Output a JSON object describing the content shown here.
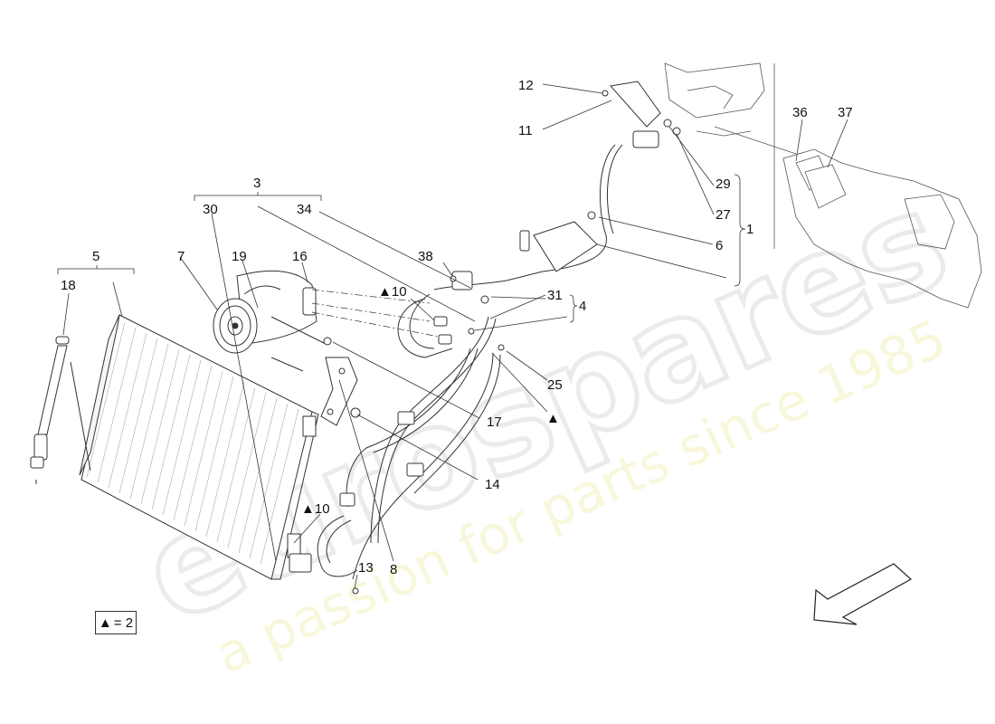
{
  "watermark": {
    "brand": "eurospares",
    "tagline": "a passion for parts since 1985"
  },
  "legend": {
    "symbol": "▲",
    "text": "= 2"
  },
  "callouts": [
    {
      "id": "c12",
      "text": "12"
    },
    {
      "id": "c11",
      "text": "11"
    },
    {
      "id": "c36",
      "text": "36"
    },
    {
      "id": "c37",
      "text": "37"
    },
    {
      "id": "c29",
      "text": "29"
    },
    {
      "id": "c27",
      "text": "27"
    },
    {
      "id": "c1",
      "text": "1"
    },
    {
      "id": "c6",
      "text": "6"
    },
    {
      "id": "c3",
      "text": "3"
    },
    {
      "id": "c30",
      "text": "30"
    },
    {
      "id": "c34",
      "text": "34"
    },
    {
      "id": "c5",
      "text": "5"
    },
    {
      "id": "c7",
      "text": "7"
    },
    {
      "id": "c19",
      "text": "19"
    },
    {
      "id": "c16",
      "text": "16"
    },
    {
      "id": "c18",
      "text": "18"
    },
    {
      "id": "c38",
      "text": "38"
    },
    {
      "id": "c10a",
      "text": "▲10"
    },
    {
      "id": "c31",
      "text": "31"
    },
    {
      "id": "c4",
      "text": "4"
    },
    {
      "id": "c25",
      "text": "25"
    },
    {
      "id": "c17",
      "text": "17"
    },
    {
      "id": "c14",
      "text": "14"
    },
    {
      "id": "c10b",
      "text": "▲10"
    },
    {
      "id": "c13",
      "text": "13"
    },
    {
      "id": "c8",
      "text": "8"
    },
    {
      "id": "ctri",
      "text": "▲"
    }
  ]
}
